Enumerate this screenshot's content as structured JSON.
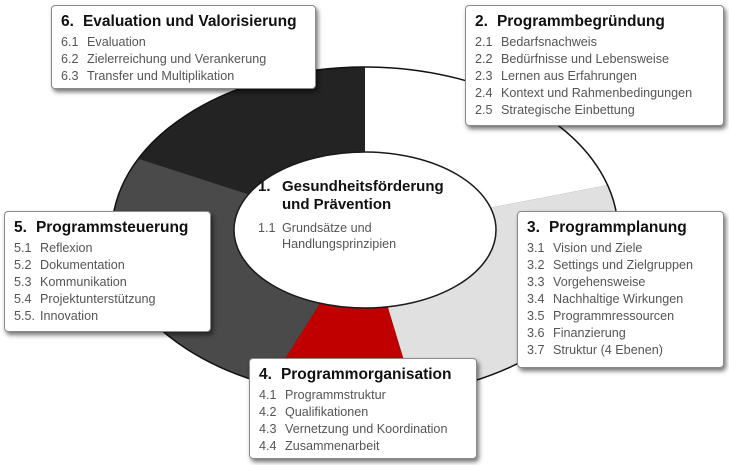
{
  "colors": {
    "segment_1_6": "#232323",
    "segment_2": "#ffffff",
    "segment_3": "#e0e0e0",
    "segment_4": "#c00000",
    "segment_5": "#4a4a4a",
    "center": "#ffffff"
  },
  "center": {
    "number": "1.",
    "title_line1": "Gesundheitsförderung",
    "title_line2": "und Prävention",
    "item_number": "1.1",
    "item_line1": "Grundsätze und",
    "item_line2": "Handlungsprinzipien"
  },
  "box6": {
    "number": "6.",
    "title": "Evaluation und Valorisierung",
    "items": [
      {
        "n": "6.1",
        "text": "Evaluation"
      },
      {
        "n": "6.2",
        "text": "Zielerreichung und Verankerung"
      },
      {
        "n": "6.3",
        "text": "Transfer und Multiplikation"
      }
    ]
  },
  "box2": {
    "number": "2.",
    "title": "Programmbegründung",
    "items": [
      {
        "n": "2.1",
        "text": "Bedarfsnachweis"
      },
      {
        "n": "2.2",
        "text": "Bedürfnisse und Lebensweise"
      },
      {
        "n": "2.3",
        "text": "Lernen aus Erfahrungen"
      },
      {
        "n": "2.4",
        "text": "Kontext und Rahmenbedingungen"
      },
      {
        "n": "2.5",
        "text": "Strategische Einbettung"
      }
    ]
  },
  "box3": {
    "number": "3.",
    "title": "Programmplanung",
    "items": [
      {
        "n": "3.1",
        "text": "Vision und Ziele"
      },
      {
        "n": "3.2",
        "text": "Settings und Zielgruppen"
      },
      {
        "n": "3.3",
        "text": "Vorgehensweise"
      },
      {
        "n": "3.4",
        "text": "Nachhaltige Wirkungen"
      },
      {
        "n": "3.5",
        "text": "Programmressourcen"
      },
      {
        "n": "3.6",
        "text": "Finanzierung"
      },
      {
        "n": "3.7",
        "text": "Struktur (4 Ebenen)"
      }
    ]
  },
  "box4": {
    "number": "4.",
    "title": "Programmorganisation",
    "items": [
      {
        "n": "4.1",
        "text": "Programmstruktur"
      },
      {
        "n": "4.2",
        "text": "Qualifikationen"
      },
      {
        "n": "4.3",
        "text": "Vernetzung und Koordination"
      },
      {
        "n": "4.4",
        "text": "Zusammenarbeit"
      }
    ]
  },
  "box5": {
    "number": "5.",
    "title": "Programmsteuerung",
    "items": [
      {
        "n": "5.1",
        "text": "Reflexion"
      },
      {
        "n": "5.2",
        "text": "Dokumentation"
      },
      {
        "n": "5.3",
        "text": "Kommunikation"
      },
      {
        "n": "5.4",
        "text": "Projektunterstützung"
      },
      {
        "n": "5.5.",
        "text": "Innovation"
      }
    ]
  }
}
